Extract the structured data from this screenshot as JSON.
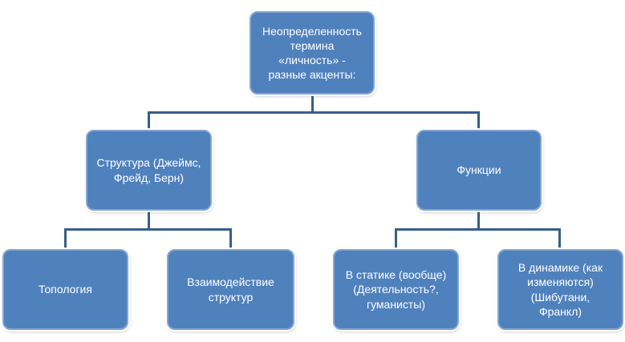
{
  "nodes": {
    "root": {
      "label": "Неопределенность\nтермина\n«личность» -\nразные акценты:"
    },
    "structure": {
      "label": "Структура (Джеймс,\nФрейд, Берн)"
    },
    "functions": {
      "label": "Функции"
    },
    "topology": {
      "label": "Топология"
    },
    "interaction": {
      "label": "Взаимодействие\nструктур"
    },
    "statics": {
      "label": "В статике (вообще)\n(Деятельность?,\nгуманисты)"
    },
    "dynamics": {
      "label": "В динамике (как\nизменяются)\n(Шибутани,\nФранкл)"
    }
  },
  "colors": {
    "box_fill": "#4F81BD",
    "box_border": "#84A6CF",
    "connector": "#385D8A",
    "text": "#FFFFFF",
    "background": "#FFFFFF"
  }
}
